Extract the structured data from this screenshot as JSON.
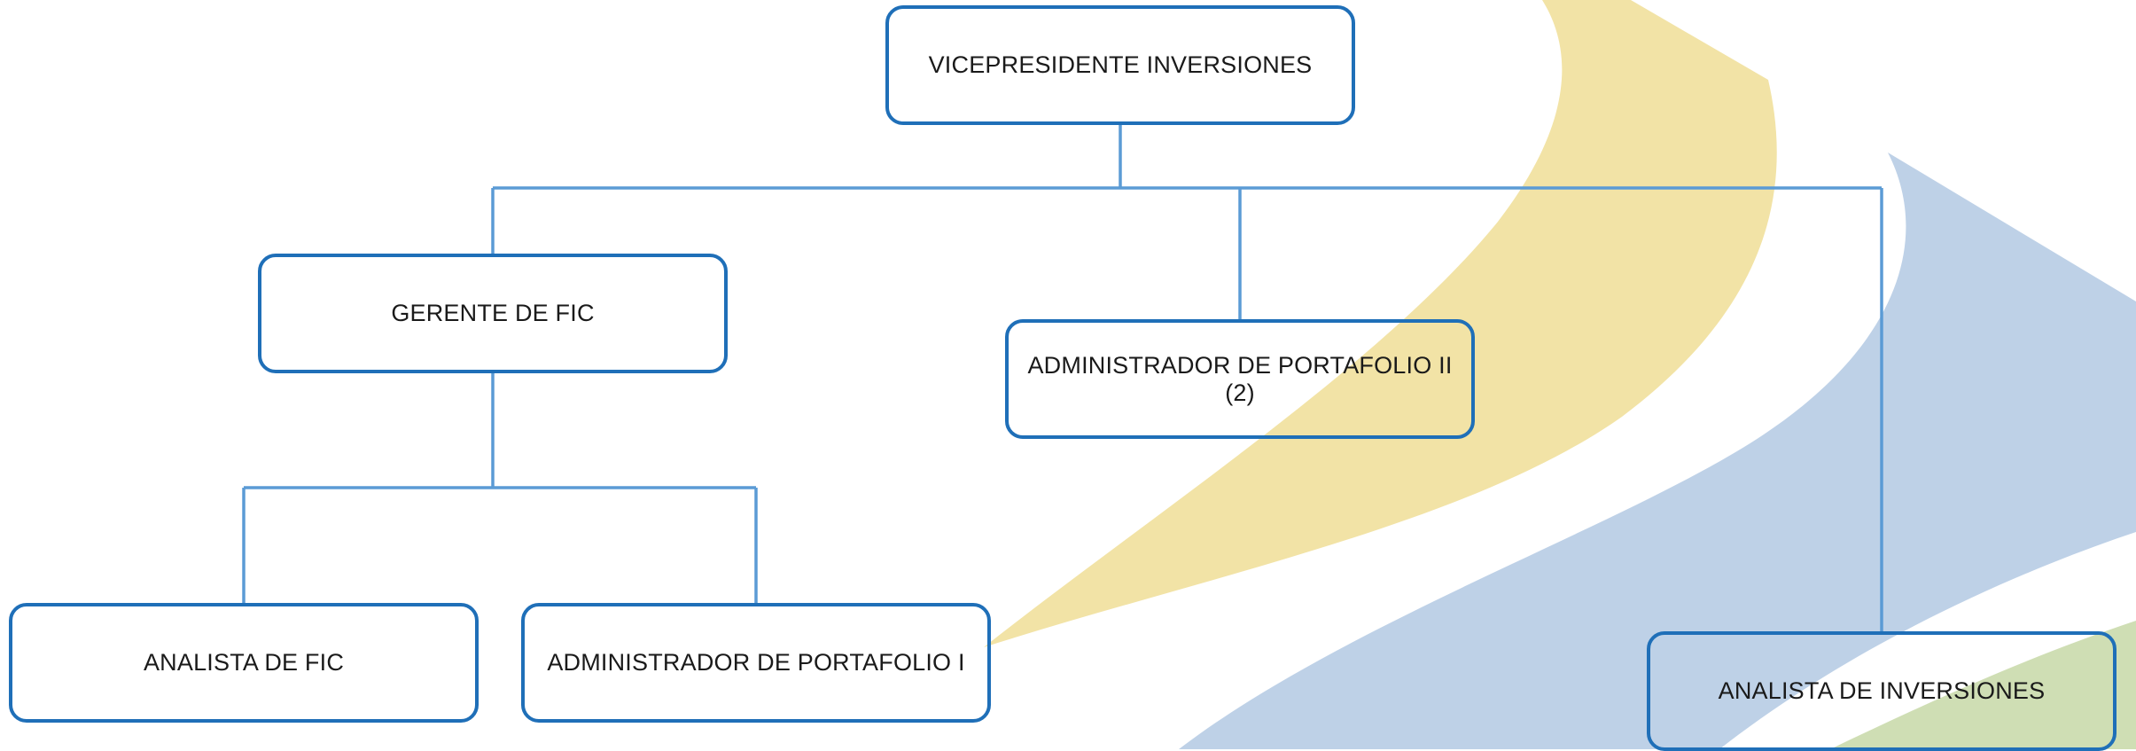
{
  "org_chart": {
    "nodes": [
      {
        "id": "vp",
        "label": "VICEPRESIDENTE INVERSIONES"
      },
      {
        "id": "fic",
        "label": "GERENTE DE FIC"
      },
      {
        "id": "ap2",
        "label": "ADMINISTRADOR DE PORTAFOLIO II (2)"
      },
      {
        "id": "afic",
        "label": "ANALISTA DE FIC"
      },
      {
        "id": "ap1",
        "label": "ADMINISTRADOR DE PORTAFOLIO I"
      },
      {
        "id": "ai",
        "label": "ANALISTA DE INVERSIONES"
      }
    ],
    "edges": [
      {
        "from": "vp",
        "to": "fic"
      },
      {
        "from": "vp",
        "to": "ap2"
      },
      {
        "from": "vp",
        "to": "ai"
      },
      {
        "from": "fic",
        "to": "afic"
      },
      {
        "from": "fic",
        "to": "ap1"
      }
    ]
  },
  "colors": {
    "box_border": "#1f6fb8",
    "connector": "#5b9bd5",
    "text": "#1a1a1a",
    "swoosh_yellow": "#f2e3a6",
    "swoosh_blue": "#bed1e7",
    "swoosh_green": "#cfdeb4"
  }
}
